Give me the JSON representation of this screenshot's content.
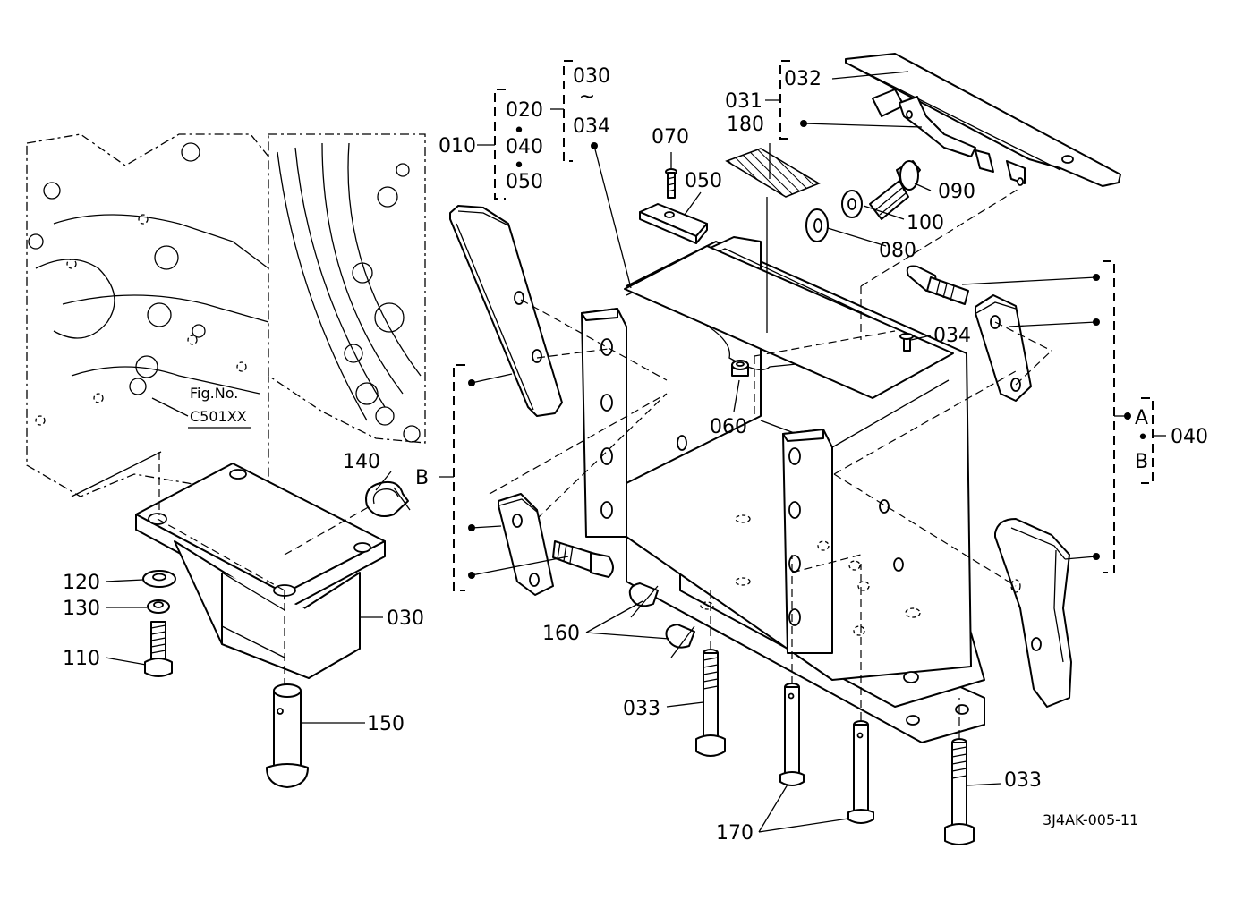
{
  "labels": {
    "l010": "010",
    "l020": "020",
    "l040a": "040",
    "l050a": "050",
    "l030a": "030",
    "tilde": "~",
    "l034a": "034",
    "l031": "031",
    "l032": "032",
    "l070": "070",
    "l180": "180",
    "l050b": "050",
    "l090": "090",
    "l100": "100",
    "l080": "080",
    "l034b": "034",
    "l060": "060",
    "lA": "A",
    "lB1": "B",
    "l040b": "040",
    "lB2": "B",
    "l140": "140",
    "l120": "120",
    "l130": "130",
    "l110": "110",
    "l030b": "030",
    "l150": "150",
    "l160": "160",
    "l033a": "033",
    "l033b": "033",
    "l170": "170",
    "figno": "Fig.No.",
    "figref": "C501XX",
    "code": "3J4AK-005-11",
    "dot1": "•",
    "dot2": "•",
    "dot3": "•"
  }
}
